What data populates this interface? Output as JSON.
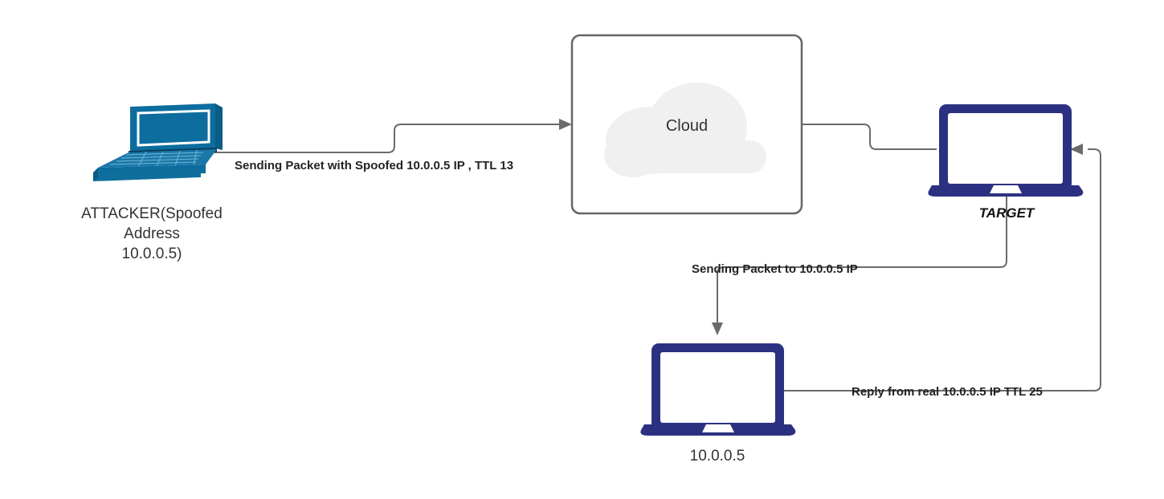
{
  "diagram": {
    "title": "IP Spoofing TTL Inference Network Diagram",
    "background_color": "#ffffff",
    "edge_color": "#6b6b6b",
    "colors": {
      "attacker_laptop": "#0c6d9e",
      "attacker_laptop_dark": "#0a5c85",
      "attacker_laptop_light": "#2b86b3",
      "navy_laptop": "#2b3180",
      "cloud_fill": "#f0f0f0",
      "box_border": "#666666",
      "text": "#333333"
    },
    "nodes": [
      {
        "id": "attacker",
        "icon": "laptop-3d-icon",
        "label_lines": [
          "ATTACKER(Spoofed",
          "Address",
          "10.0.0.5)"
        ],
        "label_style": "regular"
      },
      {
        "id": "cloud",
        "icon": "cloud-icon",
        "label": "Cloud",
        "label_style": "regular"
      },
      {
        "id": "target",
        "icon": "laptop-icon",
        "label": "TARGET",
        "label_style": "bold-italic"
      },
      {
        "id": "victim",
        "icon": "laptop-icon",
        "label": "10.0.0.5",
        "label_style": "regular"
      }
    ],
    "edges": [
      {
        "id": "attacker-to-cloud",
        "from": "attacker",
        "to": "cloud",
        "label": "Sending Packet with Spoofed 10.0.0.5 IP , TTL 13",
        "arrow": true
      },
      {
        "id": "cloud-to-target",
        "from": "cloud",
        "to": "target",
        "label": "",
        "arrow": false
      },
      {
        "id": "target-to-victim",
        "from": "target",
        "to": "victim",
        "label": "Sending Packet to 10.0.0.5 IP",
        "arrow": true
      },
      {
        "id": "victim-to-target",
        "from": "victim",
        "to": "target",
        "label": "Reply from real 10.0.0.5 IP TTL 25",
        "arrow": true
      }
    ]
  }
}
